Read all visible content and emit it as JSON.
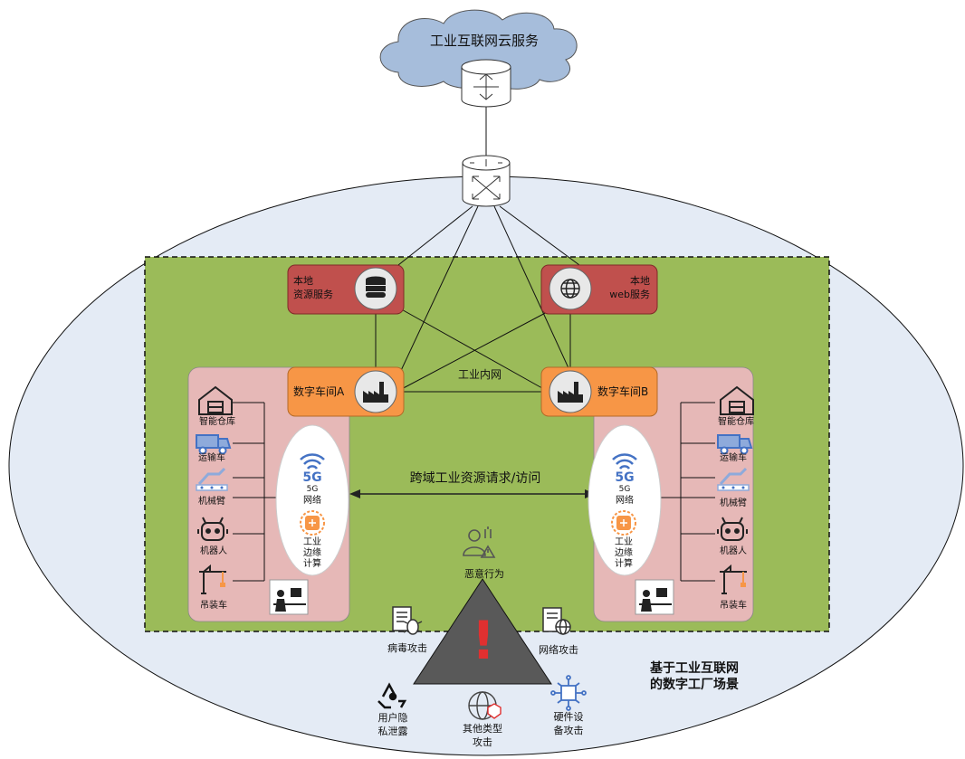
{
  "cloud": {
    "label": "工业互联网云服务"
  },
  "local_resource": {
    "line1": "本地",
    "line2": "资源服务"
  },
  "local_web": {
    "line1": "本地",
    "line2": "web服务"
  },
  "workshop_a": {
    "label": "数字车间A"
  },
  "workshop_b": {
    "label": "数字车间B"
  },
  "intranet_label": "工业内网",
  "cross_domain_label": "跨域工业资源请求/访问",
  "devices": {
    "warehouse": "智能仓库",
    "truck": "运输车",
    "arm": "机械臂",
    "robot": "机器人",
    "crane": "吊装车"
  },
  "network": {
    "badge": "5G",
    "caption_top": "5G",
    "caption_bottom": "网络",
    "edge_line1": "工业",
    "edge_line2": "边缘",
    "edge_line3": "计算"
  },
  "threats": {
    "malicious": "恶意行为",
    "virus": "病毒攻击",
    "network_attack": "网络攻击",
    "privacy_line1": "用户隐",
    "privacy_line2": "私泄露",
    "other_line1": "其他类型",
    "other_line2": "攻击",
    "hardware_line1": "硬件设",
    "hardware_line2": "备攻击",
    "warning_mark": "!"
  },
  "scene": {
    "line1": "基于工业互联网",
    "line2": "的数字工厂场景"
  },
  "colors": {
    "ellipse_fill": "#e4ebf5",
    "green_zone": "#9bbb59",
    "pink_panel": "#e6b8b7",
    "red_box": "#c0504d",
    "orange_box": "#f79646",
    "triangle": "#595959",
    "warning_red": "#e03030",
    "icon_blue": "#4472c4",
    "icon_orange": "#f79646"
  }
}
